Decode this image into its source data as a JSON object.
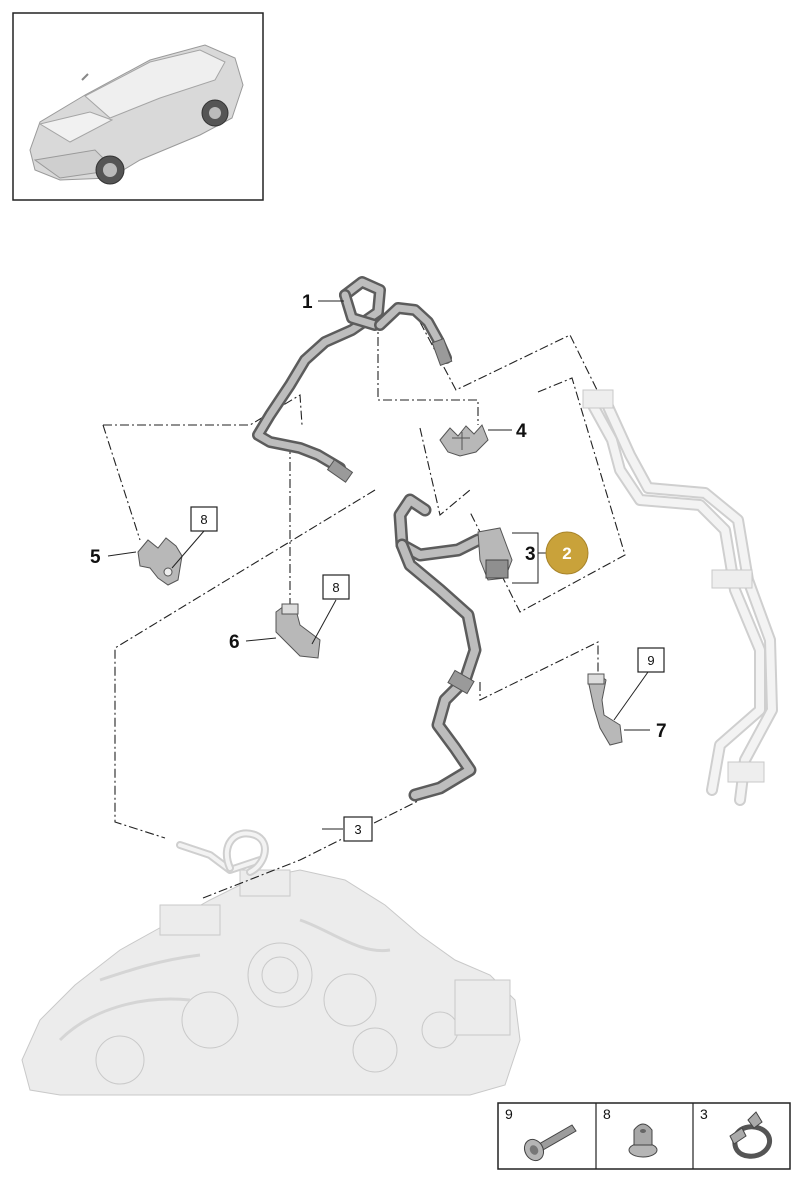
{
  "callouts": {
    "c1": "1",
    "c2": "2",
    "c3": "3",
    "c4": "4",
    "c5": "5",
    "c6": "6",
    "c7": "7"
  },
  "boxed_refs": {
    "b8_top": "8",
    "b8_mid": "8",
    "b9": "9",
    "b3": "3"
  },
  "legend": {
    "cell1": "9",
    "cell2": "8",
    "cell3": "3"
  },
  "colors": {
    "badge_fill": "#c9a23a",
    "pipe_dark": "#5c5c5c",
    "ghost_grey": "#cfcfcf"
  }
}
